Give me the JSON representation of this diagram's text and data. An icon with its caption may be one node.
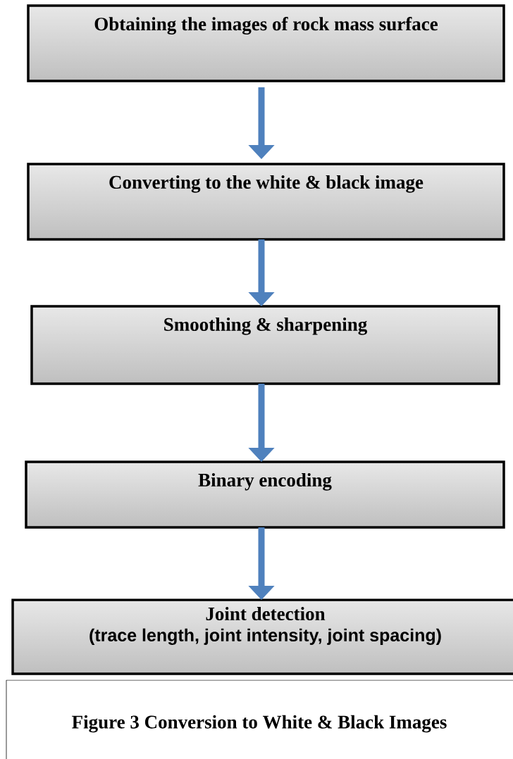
{
  "diagram": {
    "caption": "Figure 3 Conversion to White & Black Images",
    "nodes": [
      {
        "text": [
          "Obtaining the images of rock mass surface"
        ]
      },
      {
        "text": [
          "Converting to the white & black image"
        ]
      },
      {
        "text": [
          "Smoothing & sharpening"
        ]
      },
      {
        "text": [
          "Binary encoding"
        ]
      },
      {
        "text": [
          "Joint detection",
          "(trace length, joint intensity, joint spacing)"
        ]
      }
    ],
    "edges": [
      {
        "from": 0,
        "to": 1,
        "arrow": "to"
      },
      {
        "from": 1,
        "to": 2,
        "arrow": "to"
      },
      {
        "from": 2,
        "to": 3,
        "arrow": "to"
      },
      {
        "from": 3,
        "to": 4,
        "arrow": "to"
      }
    ]
  }
}
